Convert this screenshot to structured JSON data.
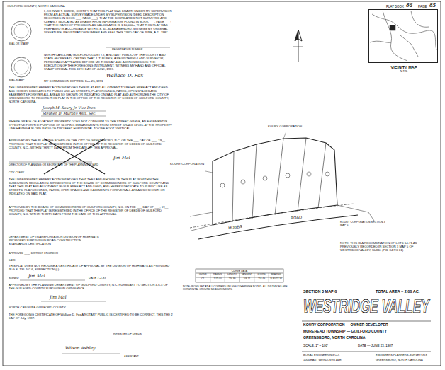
{
  "diagram": {
    "title": "WESTRIDGE VALLEY",
    "nodes": [
      {
        "text": [
          "VICINITY MAP",
          "N.T.S."
        ]
      }
    ],
    "labels": [
      "PLAT BOOK",
      "86",
      "PAGE",
      "85",
      "GUILFORD COUNTY, NORTH CAROLINA",
      "I, JOHNNIE T. BURKE, CERTIFY THAT THIS PLAT WAS DRAWN UNDER MY SUPERVISION FROM AN ACTUAL SURVEY MADE UNDER MY SUPERVISION (DEED DESCRIPTION RECORDED IN BOOK ___, PAGE ___); THAT THE BOUNDARIES NOT SURVEYED ARE CLEARLY INDICATED AS DRAWN FROM INFORMATION FOUND IN BOOK ___, PAGE ___; THAT THE RATIO OF PRECISION AS CALCULATED IS 1:10,000+; THAT THIS PLAT WAS PREPARED IN ACCORDANCE WITH G.S. 47-30 AS AMENDED. WITNESS MY ORIGINAL SIGNATURE, REGISTRATION NUMBER AND SEAL THIS 23RD DAY OF JUNE, A.D. 1987.",
      "SEAL OR STAMP",
      "REGISTRATION NUMBER",
      "NORTH CAROLINA, GUILFORD COUNTY. I, A NOTARY PUBLIC OF THE COUNTY AND STATE AFORESAID, CERTIFY THAT J. T. BURKE, A REGISTERED LAND SURVEYOR, PERSONALLY APPEARED BEFORE ME THIS DAY AND ACKNOWLEDGED THE EXECUTION OF THE FOREGOING INSTRUMENT. WITNESS MY HAND AND OFFICIAL STAMP OR SEAL THIS 24TH DAY OF JUNE, 1987.",
      "Wallace D. Fox",
      "SEAL-STAMP",
      "MY COMMISSION EXPIRES: Dec 26, 1991",
      "THE UNDERSIGNED HEREBY ACKNOWLEDGES THIS PLAT AND ALLOTMENT TO BE HIS FREE ACT AND DEED AND HEREBY DEDICATES TO PUBLIC USE AS STREETS, PLAYGROUNDS, PARKS, OPEN SPACES AND EASEMENTS FOREVER ALL AREAS SO SHOWN OR INDICATED ON SAID PLAT AND AUTHORIZES THE CITY OF GREENSBORO TO RECORD THIS PLAT IN THE OFFICE OF THE REGISTER OF DEEDS OF GUILFORD COUNTY, NORTH CAROLINA.",
      "Joseph M. Koury Jr. Vice Pres.",
      "Stephen D. Murphy Asst. Sec.",
      "WHERE GRADE OF ADJACENT PROPERTY DOES NOT CONFORM TO THE STREET GRADE, AN EASEMENT IS EFFECTIVE FOR THE PURPOSE OF SLOPING EMBANKMENTS FROM STREET GRADE LEVEL AT THE PROPERTY LINE HAVING A SLOPE RATIO OF TWO FEET HORIZONTAL TO ONE FOOT VERTICAL.",
      "APPROVED BY THE PLANNING BOARD OF THE CITY OF GREENSBORO, N.C. ON THE ___ DAY OF ___, 19__ PROVIDED THAT THE PLAT IS REGISTERED IN THE OFFICE OF THE REGISTER OF DEEDS OF GUILFORD COUNTY, N.C., WITHIN THIRTY DAYS FROM THE DATE OF THIS APPROVAL.",
      "DIRECTOR OF PLANNING OR SECRETARY OF THE PLANNING BOARD",
      "CITY CLERK",
      "Jim Mal",
      "THE UNDERSIGNED HEREBY ACKNOWLEDGES THAT THE LAND SHOWN ON THIS PLAT IS WITHIN THE SUBDIVISION REGULATION JURISDICTION OF THE BOARD OF COMMISSIONERS OF GUILFORD COUNTY AND THAT THIS PLAT AND ALLOTMENT IS OUR FREE ACT AND DEED, AND HEREBY DEDICATE TO PUBLIC USE AS STREETS, PLAYGROUNDS, PARKS, OPEN SPACES AND EASEMENTS FOREVER ALL AREAS SO SHOWN OR INDICATED ON SAID PLAT.",
      "APPROVED BY THE BOARD OF COMMISSIONERS OF GUILFORD COUNTY, N.C. ON THE ___ DAY OF ___, 19__ PROVIDED THAT THE PLAT IS REGISTERED IN THE OFFICE OF THE REGISTER OF DEEDS OF GUILFORD COUNTY, N.C. WITHIN THIRTY DAYS FROM THE DATE OF THIS APPROVAL.",
      "DEPARTMENT OF TRANSPORTATION DIVISION OF HIGHWAYS PROPOSED SUBDIVISION ROAD CONSTRUCTION STANDARDS CERTIFICATION",
      "APPROVED ____ DISTRICT ENGINEER",
      "DATE",
      "THIS PLAT DOES NOT REQUIRE A CERTIFICATE OF APPROVAL BY THE DIVISION OF HIGHWAYS AS PROVIDED IN G.S. 136-102.6, SUBSECTION (c).",
      "SIGNED",
      "Jim Mal",
      "DATE 7-2-87",
      "APPROVED BY THE PLANNING DEPARTMENT OF GUILFORD COUNTY, N.C. PURSUANT TO SECTION 4-6-5 OF THE GUILFORD COUNTY SUBDIVISION ORDINANCE.",
      "Jim Mal",
      "NORTH CAROLINA GUILFORD COUNTY",
      "THE FOREGOING CERTIFICATE OF Wallace D. Fox A NOTARY PUBLIC IS CERTIFIED TO BE CORRECT. THIS THE 2 DAY OF July, 1987.",
      "REGISTER OF DEEDS",
      "Wilson Ashley",
      "ASSISTANT",
      "KOURY CORPORATION",
      "KOURY CORPORATION",
      "HOBBS",
      "ROAD",
      "KOURY CORPORATION SECTION 3 MAP 5",
      "NOTE: THIS IS A RECOMBINATION OF LOTS 64-71 AS PREVIOUSLY RECORDED IN SECTION 3 MAP 5 OF WESTRIDGE VALLEY, SUBD. (P.B. 84 PG 61)",
      "CURVE DATA",
      "CURVE",
      "RADIUS",
      "LENGTH",
      "TANGENT",
      "CHORD",
      "BEARING",
      "C1",
      "1175.00",
      "216.80",
      "108.71",
      "216.49",
      "N 80°25' W",
      "NOTE: IRONS SET AT ALL CORNERS UNLESS OTHERWISE NOTED. ALL DISTANCES ARE HORIZONTAL GROUND MEASUREMENTS.",
      "SECTION 3 MAP 6",
      "TOTAL AREA = 2.06 AC.",
      "KOURY CORPORATION — OWNER DEVELOPER",
      "MOREHEAD TOWNSHIP — GUILFORD COUNTY",
      "GREENSBORO, NORTH CAROLINA",
      "SCALE: 1\" = 100'",
      "DATE — JUNE 23, 1987",
      "BORAX ENGINEERING CO.",
      "ENGINEERS-PLANNERS-SURVEYORS",
      "1004 EAST WENDOVER AVE.",
      "GREENSBORO, NORTH CAROLINA"
    ]
  }
}
